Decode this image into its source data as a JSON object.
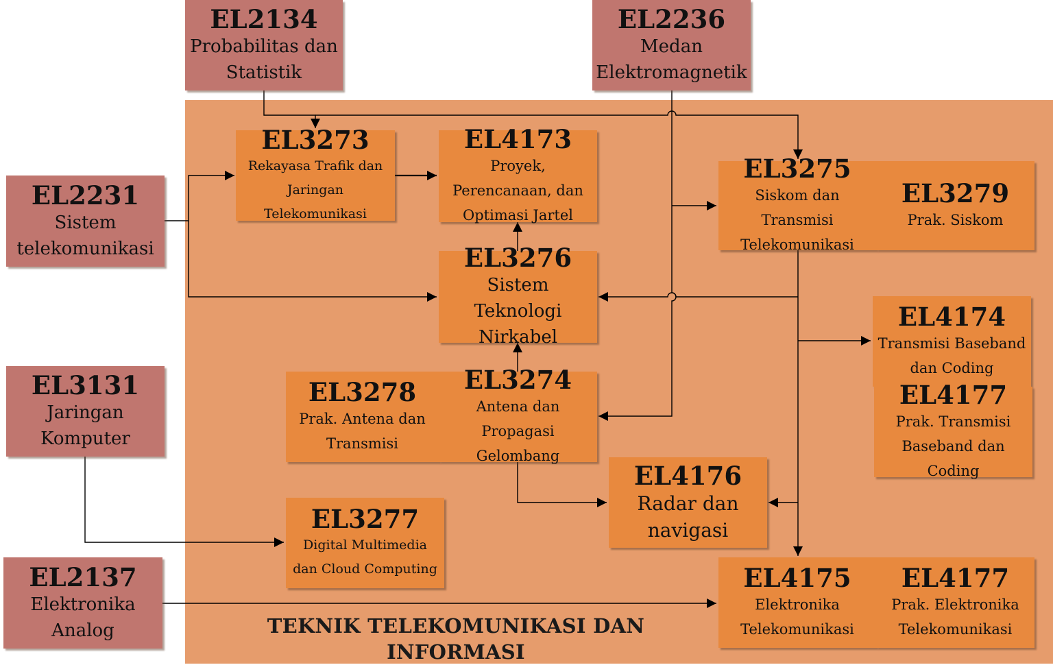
{
  "region_label": "TEKNIK TELEKOMUNIKASI DAN INFORMASI",
  "colors": {
    "external_box": "#c0766f",
    "internal_box": "#e8893e",
    "region_background": "#e69c6c",
    "connector": "#000000"
  },
  "courses": {
    "el2134": {
      "code": "EL2134",
      "name": "Probabilitas dan Statistik"
    },
    "el2236": {
      "code": "EL2236",
      "name": "Medan Elektromagnetik"
    },
    "el2231": {
      "code": "EL2231",
      "name": "Sistem telekomunikasi"
    },
    "el3131": {
      "code": "EL3131",
      "name": "Jaringan Komputer"
    },
    "el2137": {
      "code": "EL2137",
      "name": "Elektronika Analog"
    },
    "el3273": {
      "code": "EL3273",
      "name": "Rekayasa Trafik dan Jaringan Telekomunikasi"
    },
    "el4173": {
      "code": "EL4173",
      "name": "Proyek, Perencanaan, dan Optimasi Jartel"
    },
    "el3276": {
      "code": "EL3276",
      "name": "Sistem Teknologi Nirkabel"
    },
    "el3278": {
      "code": "EL3278",
      "name": "Prak. Antena dan Transmisi"
    },
    "el3274": {
      "code": "EL3274",
      "name": "Antena dan Propagasi Gelombang"
    },
    "el3277": {
      "code": "EL3277",
      "name": "Digital Multimedia dan Cloud Computing"
    },
    "el4176": {
      "code": "EL4176",
      "name": "Radar dan navigasi"
    },
    "el3275": {
      "code": "EL3275",
      "name": "Siskom dan Transmisi Telekomunikasi"
    },
    "el3279": {
      "code": "EL3279",
      "name": "Prak. Siskom"
    },
    "el4174": {
      "code": "EL4174",
      "name": "Transmisi Baseband dan Coding"
    },
    "el4177a": {
      "code": "EL4177",
      "name": "Prak. Transmisi Baseband dan Coding"
    },
    "el4175": {
      "code": "EL4175",
      "name": "Elektronika Telekomunikasi"
    },
    "el4177b": {
      "code": "EL4177",
      "name": "Prak. Elektronika Telekomunikasi"
    }
  }
}
